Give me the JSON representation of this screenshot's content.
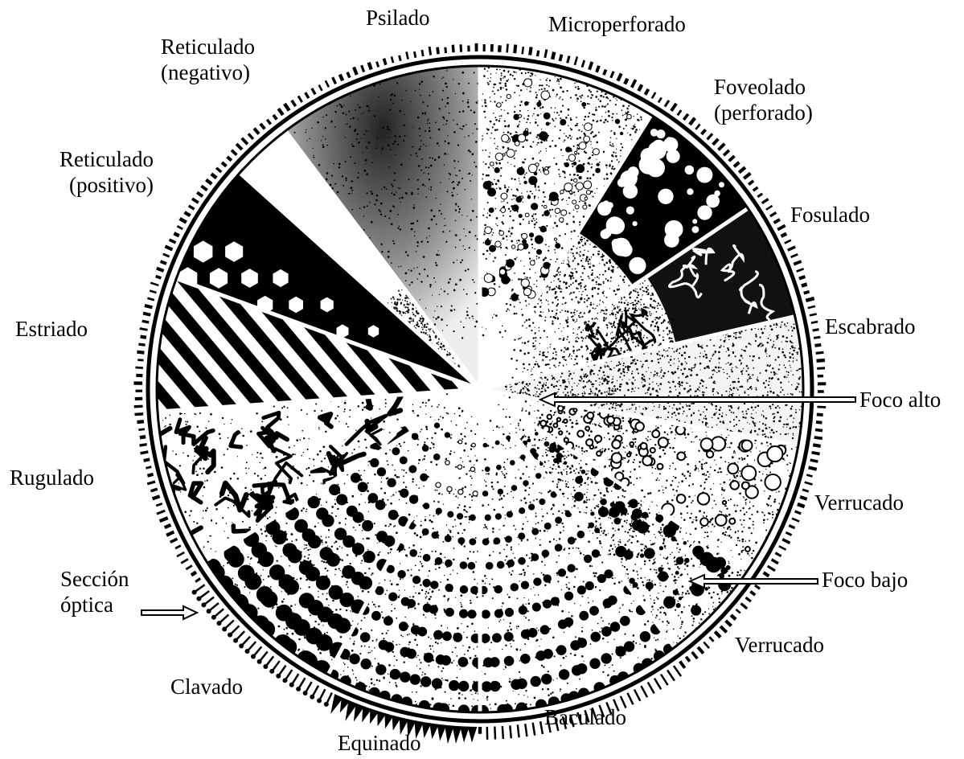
{
  "colors": {
    "background": "#ffffff",
    "ink": "#000000"
  },
  "sectors": [
    {
      "id": "psilado",
      "texture": "fine-stipple-gradient"
    },
    {
      "id": "microperforado",
      "texture": "tiny-holes"
    },
    {
      "id": "foveolado",
      "texture": "round-perforations"
    },
    {
      "id": "fosulado",
      "texture": "wavy-grooves"
    },
    {
      "id": "escabrado",
      "texture": "fine-stipple"
    },
    {
      "id": "verrucado-1",
      "texture": "warts-high-focus"
    },
    {
      "id": "verrucado-2",
      "texture": "warts-low-focus"
    },
    {
      "id": "baculado",
      "texture": "rods"
    },
    {
      "id": "equinado",
      "texture": "spines"
    },
    {
      "id": "clavado",
      "texture": "clubs"
    },
    {
      "id": "rugulado",
      "texture": "irregular-ridges"
    },
    {
      "id": "estriado",
      "texture": "stripes"
    },
    {
      "id": "reticulado-positivo",
      "texture": "polygon-lumina"
    },
    {
      "id": "reticulado-negativo",
      "texture": "hexagon-muri"
    }
  ],
  "labels": {
    "psilado": "Psilado",
    "microperforado": "Microperforado",
    "foveolado": [
      "Foveolado",
      "(perforado)"
    ],
    "fosulado": "Fosulado",
    "escabrado": "Escabrado",
    "foco_alto": "Foco alto",
    "verrucado_1": "Verrucado",
    "foco_bajo": "Foco bajo",
    "verrucado_2": "Verrucado",
    "baculado": "Baculado",
    "equinado": "Equinado",
    "clavado": "Clavado",
    "seccion_optica": [
      "Sección",
      "óptica"
    ],
    "rugulado": "Rugulado",
    "estriado": "Estriado",
    "reticulado_positivo": [
      "Reticulado",
      "(positivo)"
    ],
    "reticulado_negativo": [
      "Reticulado",
      "(negativo)"
    ]
  }
}
